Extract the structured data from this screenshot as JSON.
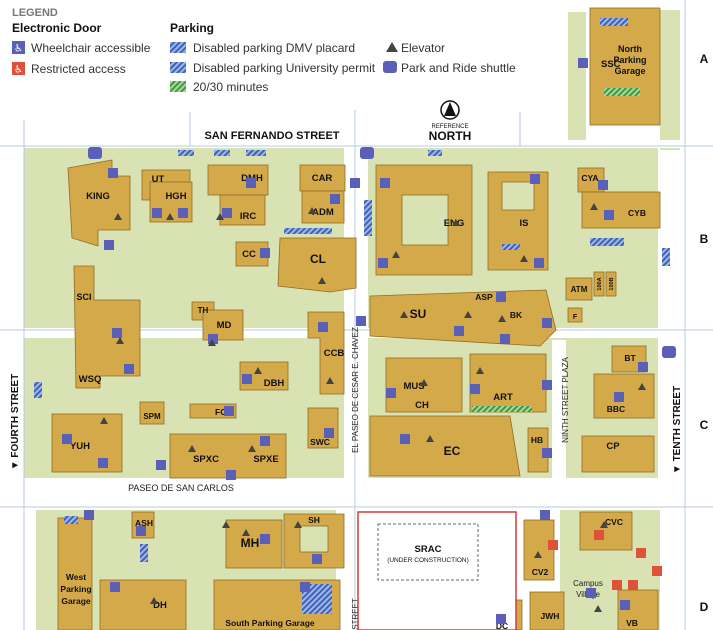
{
  "legend": {
    "title": "LEGEND",
    "door_heading": "Electronic Door",
    "wheelchair": "Wheelchair accessible",
    "restricted": "Restricted access",
    "parking_heading": "Parking",
    "dmv": "Disabled parking DMV placard",
    "university": "Disabled parking University permit",
    "minutes": "20/30 minutes",
    "elevator": "Elevator",
    "shuttle": "Park and Ride shuttle"
  },
  "north": {
    "line1": "REFERENCE",
    "line2": "NORTH"
  },
  "grid": {
    "rows": [
      "A",
      "B",
      "C",
      "D"
    ]
  },
  "streets": {
    "san_fernando": "SAN FERNANDO STREET",
    "fourth": "▼ FOURTH STREET",
    "tenth": "▼ TENTH STREET",
    "paseo_san_carlos": "PASEO DE SAN CARLOS",
    "paseo_chavez": "EL PASEO DE CESAR E. CHAVEZ",
    "ninth": "NINTH STREET PLAZA",
    "street_fragment": "STREET"
  },
  "buildings": {
    "ssc": "SSC",
    "npg1": "North",
    "npg2": "Parking",
    "npg3": "Garage",
    "king": "KING",
    "ut": "UT",
    "hgh": "HGH",
    "dmh": "DMH",
    "irc": "IRC",
    "car": "CAR",
    "adm": "ADM",
    "cc": "CC",
    "cl": "CL",
    "eng": "ENG",
    "is": "IS",
    "cya": "CYA",
    "cyb": "CYB",
    "atm": "ATM",
    "b100a": "100A",
    "b100b": "100B",
    "f": "F",
    "sci": "SCI",
    "th": "TH",
    "md": "MD",
    "wsq": "WSQ",
    "dbh": "DBH",
    "ccb": "CCB",
    "su": "SU",
    "asp": "ASP",
    "bk": "BK",
    "bt": "BT",
    "bbc": "BBC",
    "mus": "MUS",
    "ch": "CH",
    "art": "ART",
    "spm": "SPM",
    "fob": "FOB",
    "yuh": "YUH",
    "spxc": "SPXC",
    "spxe": "SPXE",
    "swc": "SWC",
    "ec": "EC",
    "hb": "HB",
    "cp": "CP",
    "ash": "ASH",
    "mh": "MH",
    "sh": "SH",
    "srac": "SRAC",
    "srac_note": "(UNDER CONSTRUCTION)",
    "cvc": "CVC",
    "cv2": "CV2",
    "campus_village1": "Campus",
    "campus_village2": "Village",
    "jwh": "JWH",
    "dc": "DC",
    "vb": "VB",
    "wpg1": "West",
    "wpg2": "Parking",
    "wpg3": "Garage",
    "dh": "DH",
    "spg": "South Parking Garage"
  },
  "colors": {
    "building": "#d4a94a",
    "building_edge": "#8f6d24",
    "green": "#d9e2b2",
    "road": "#ffffff",
    "grid_line": "#b5cbe0",
    "access_blue": "#5a5fb8",
    "restricted_red": "#e0513a",
    "dmv_stripe": "#3f62b7",
    "minutes_stripe": "#3f9a3f",
    "srac_border": "#d43c3c"
  }
}
